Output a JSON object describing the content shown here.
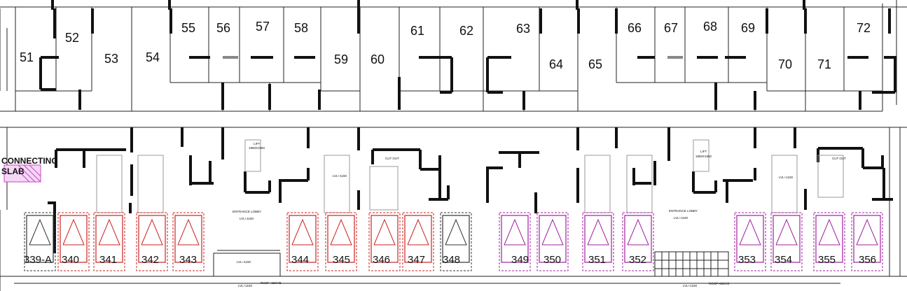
{
  "units": [
    {
      "label": "51"
    },
    {
      "label": "52"
    },
    {
      "label": "53"
    },
    {
      "label": "54"
    },
    {
      "label": "55"
    },
    {
      "label": "56"
    },
    {
      "label": "57"
    },
    {
      "label": "58"
    },
    {
      "label": "59"
    },
    {
      "label": "60"
    },
    {
      "label": "61"
    },
    {
      "label": "62"
    },
    {
      "label": "63"
    },
    {
      "label": "64"
    },
    {
      "label": "65"
    },
    {
      "label": "66"
    },
    {
      "label": "67"
    },
    {
      "label": "68"
    },
    {
      "label": "69"
    },
    {
      "label": "70"
    },
    {
      "label": "71"
    },
    {
      "label": "72"
    }
  ],
  "parking": [
    {
      "label": "339-A",
      "color": "#333333"
    },
    {
      "label": "340",
      "color": "#cc2222"
    },
    {
      "label": "341",
      "color": "#cc2222"
    },
    {
      "label": "342",
      "color": "#cc2222"
    },
    {
      "label": "343",
      "color": "#cc2222"
    },
    {
      "label": "344",
      "color": "#cc2222"
    },
    {
      "label": "345",
      "color": "#cc2222"
    },
    {
      "label": "346",
      "color": "#cc2222"
    },
    {
      "label": "347",
      "color": "#cc2222"
    },
    {
      "label": "348",
      "color": "#333333"
    },
    {
      "label": "349",
      "color": "#a020a0"
    },
    {
      "label": "350",
      "color": "#a020a0"
    },
    {
      "label": "351",
      "color": "#a020a0"
    },
    {
      "label": "352",
      "color": "#a020a0"
    },
    {
      "label": "353",
      "color": "#a020a0"
    },
    {
      "label": "354",
      "color": "#a020a0"
    },
    {
      "label": "355",
      "color": "#a020a0"
    },
    {
      "label": "356",
      "color": "#a020a0"
    }
  ],
  "labels": {
    "connecting": "CONNECTING",
    "slab": "SLAB",
    "lift": "LIFT",
    "lift_size": "1950X1950",
    "entrance_lobby": "ENTRANCE LOBBY",
    "lvl": "LVL+1150",
    "lvl_b": "LVL+1150",
    "cut_out": "CUT OUT",
    "roof_above": "ROOF ABOVE"
  },
  "colors": {
    "red": "#cc2222",
    "purple": "#a020a0",
    "slab": "#d040d0"
  }
}
